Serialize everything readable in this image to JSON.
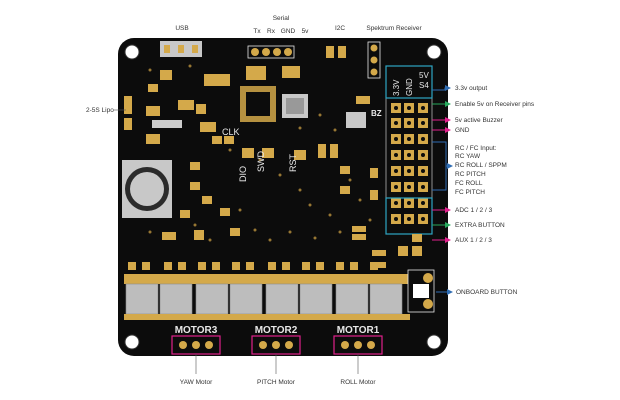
{
  "top_labels": {
    "usb": "USB",
    "serial": "Serial",
    "tx": "Tx",
    "rx": "Rx",
    "gnd": "GND",
    "v5": "5v",
    "i2c": "I2C",
    "spektrum": "Spektrum Receiver"
  },
  "left_labels": {
    "lipo": "2-5S Lipo"
  },
  "right_labels": {
    "v33_output": "3.3v output",
    "enable_5v": "Enable 5v on Receiver pins",
    "buzzer": "5v active Buzzer",
    "gnd": "GND",
    "rc_input": [
      "RC / FC Input:",
      "RC YAW",
      "RC ROLL / SPPM",
      "RC PITCH",
      "FC ROLL",
      "FC PITCH"
    ],
    "adc": "ADC 1 / 2 / 3",
    "extra_button": "EXTRA BUTTON",
    "aux": "AUX 1 / 2 / 3",
    "onboard_button": "ONBOARD BUTTON"
  },
  "bottom_labels": {
    "yaw_motor": "YAW Motor",
    "pitch_motor": "PITCH Motor",
    "roll_motor": "ROLL Motor"
  },
  "board_silkscreen": {
    "motor3": "MOTOR3",
    "motor2": "MOTOR2",
    "motor1": "MOTOR1",
    "clk": "CLK",
    "dio": "DIO",
    "swd": "SWD",
    "rst": "RST",
    "bz": "BZ",
    "v33_col": "3.3V",
    "gnd_col": "GND",
    "v5_col": "5V",
    "s4_col": "S4"
  },
  "colors": {
    "board": "#0c0c0c",
    "pad_gold": "#d4a94a",
    "arrow_blue": "#2f6db3",
    "arrow_magenta": "#e0208c",
    "arrow_green": "#27a95d",
    "box_cyan": "#2ea6c4"
  }
}
